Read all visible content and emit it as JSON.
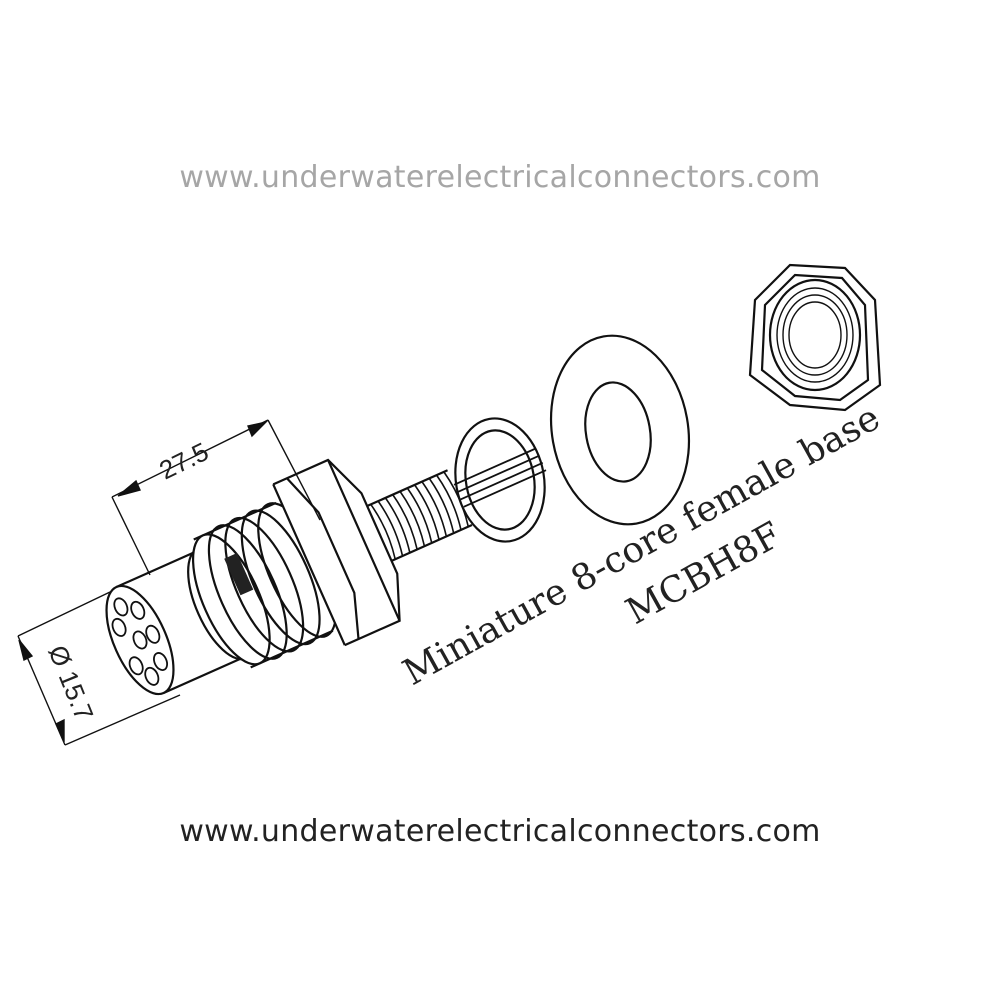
{
  "drawing": {
    "title": "Miniature 8-core female base",
    "model": "MCBH8F",
    "dimensions": {
      "length": "27.5",
      "diameter": "Ø 15.7"
    },
    "pin_count": 8
  },
  "watermark": "www.underwaterelectricalconnectors.com",
  "footer_url": "www.underwaterelectricalconnectors.com",
  "colors": {
    "line": "#111111",
    "watermark": "#969696",
    "text": "#222222"
  }
}
